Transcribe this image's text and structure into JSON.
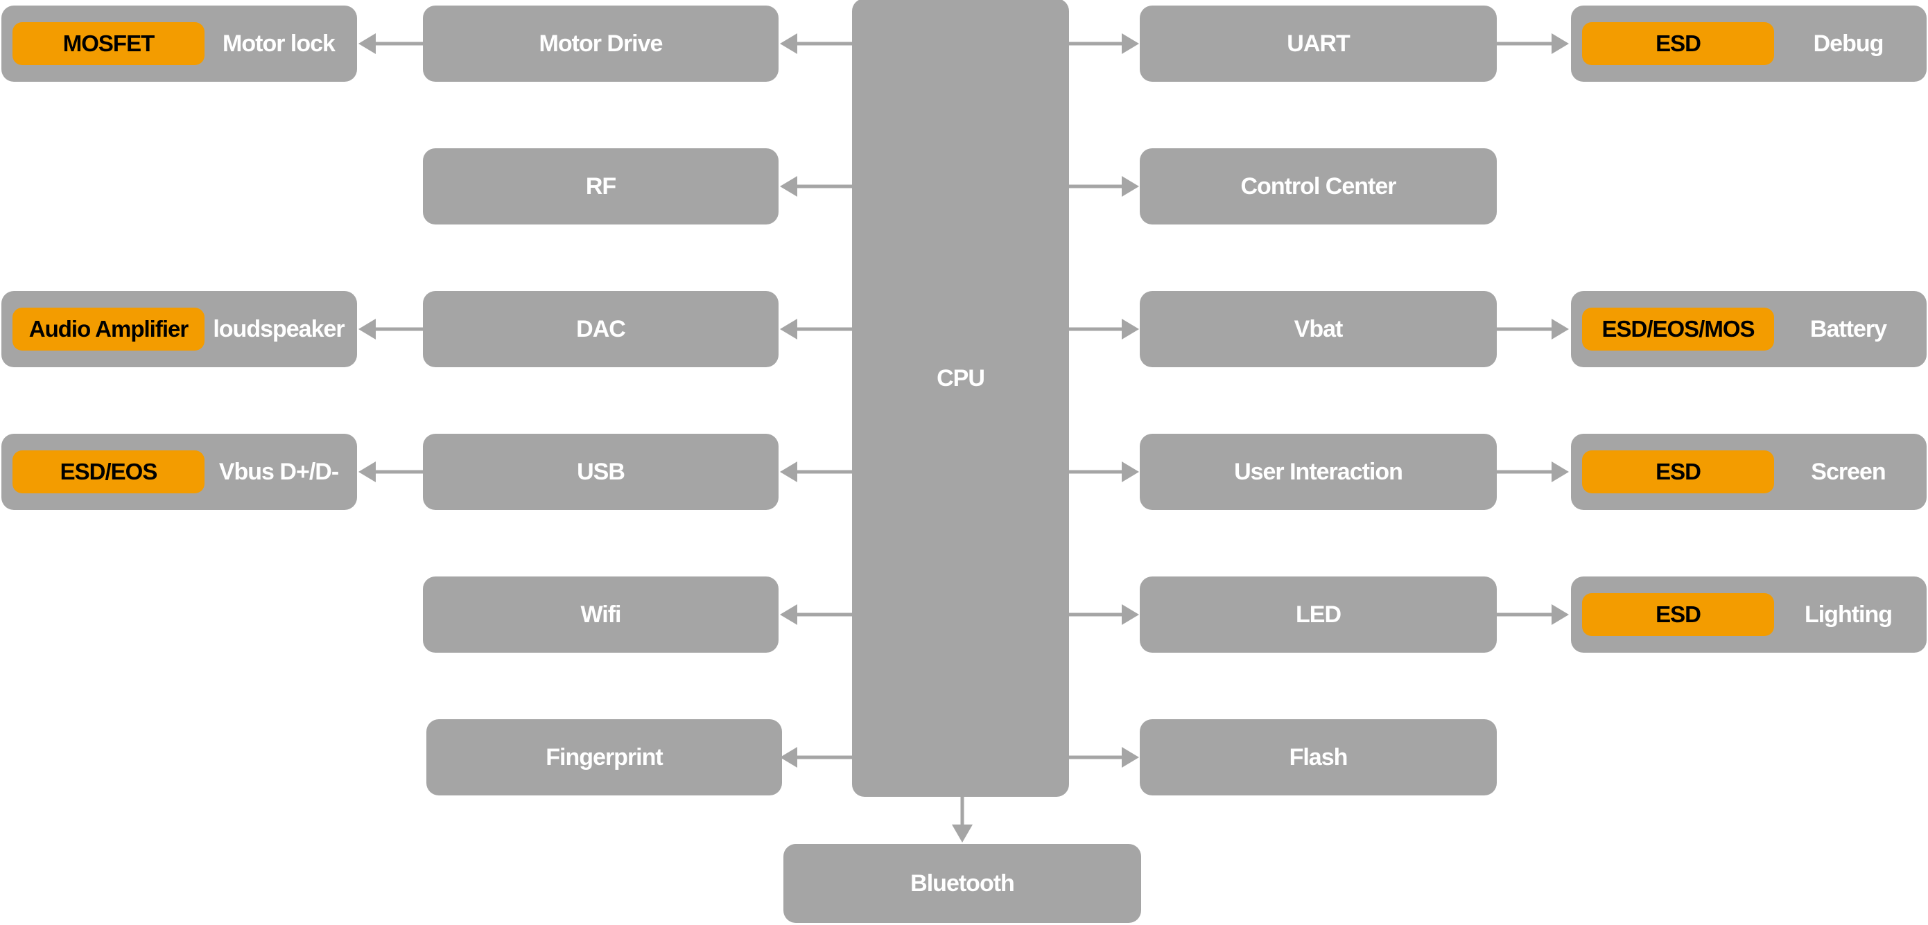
{
  "colors": {
    "box_gray": "#A5A5A5",
    "badge_orange": "#F39C00",
    "label_white": "#FFFFFF",
    "badge_text": "#000000",
    "arrow_gray": "#A5A5A5",
    "background": "#FFFFFF"
  },
  "cpu": {
    "label": "CPU"
  },
  "bluetooth": {
    "label": "Bluetooth"
  },
  "left_inner": [
    "Motor Drive",
    "RF",
    "DAC",
    "USB",
    "Wifi",
    "Fingerprint"
  ],
  "right_inner": [
    "UART",
    "Control Center",
    "Vbat",
    "User Interaction",
    "LED",
    "Flash"
  ],
  "left_outer": [
    {
      "badge": "MOSFET",
      "label": "Motor lock"
    },
    {
      "badge": "Audio Amplifier",
      "label": "loudspeaker"
    },
    {
      "badge": "ESD/EOS",
      "label": "Vbus D+/D-"
    }
  ],
  "right_outer": [
    {
      "badge": "ESD",
      "label": "Debug"
    },
    {
      "badge": "ESD/EOS/MOS",
      "label": "Battery"
    },
    {
      "badge": "ESD",
      "label": "Screen"
    },
    {
      "badge": "ESD",
      "label": "Lighting"
    }
  ]
}
